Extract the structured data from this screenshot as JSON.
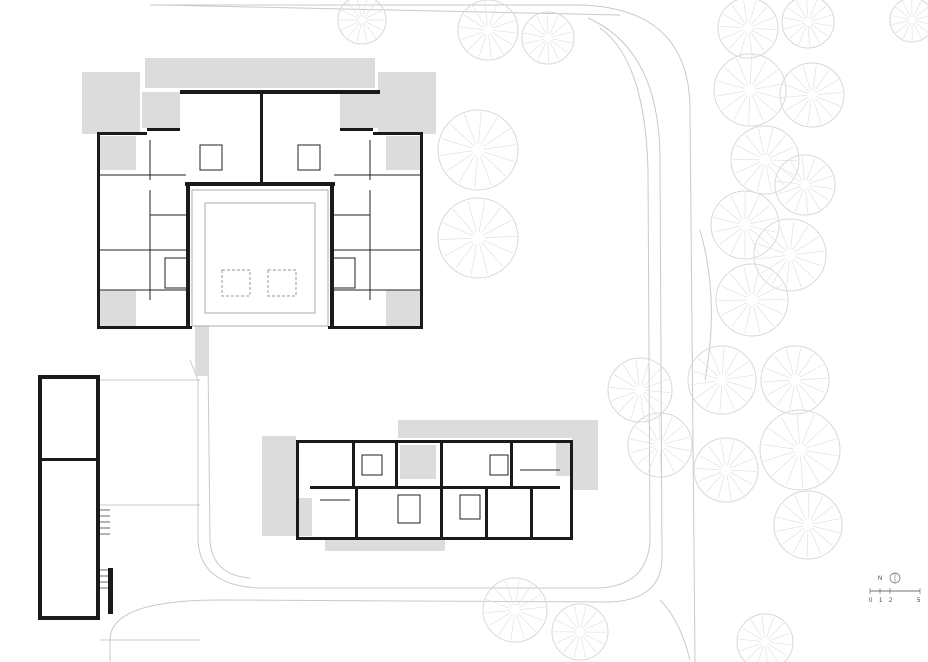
{
  "north_label": "N",
  "scale_bar": {
    "labels": [
      "0",
      "1",
      "2",
      "",
      "5"
    ]
  },
  "palette": {
    "wall": "#1a1a1a",
    "paved": "#dcdcdc",
    "outline": "#c9c9c9"
  }
}
